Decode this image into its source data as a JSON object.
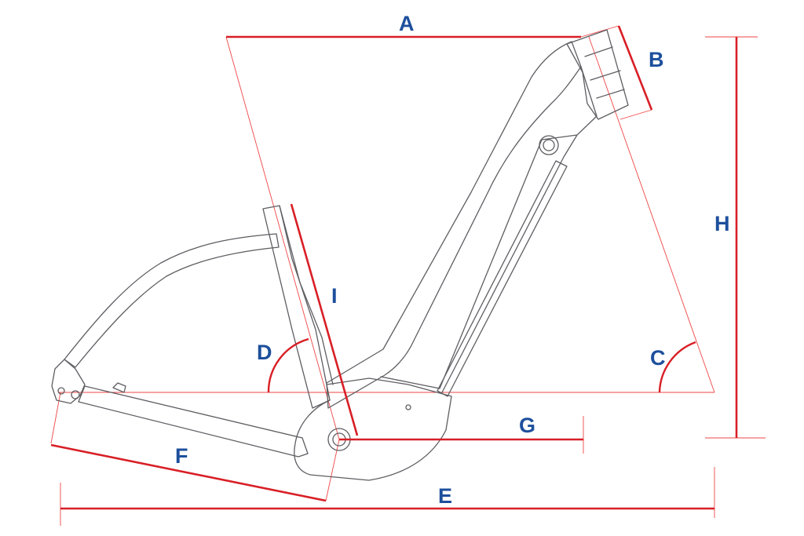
{
  "labels": {
    "a": "A",
    "b": "B",
    "c": "C",
    "d": "D",
    "e": "E",
    "f": "F",
    "g": "G",
    "h": "H",
    "i": "I"
  },
  "colors": {
    "dimension_line": "#d81f26",
    "guide_line": "#ee3b3b",
    "label": "#1d4f9c",
    "frame_outline": "#5e5e63"
  }
}
